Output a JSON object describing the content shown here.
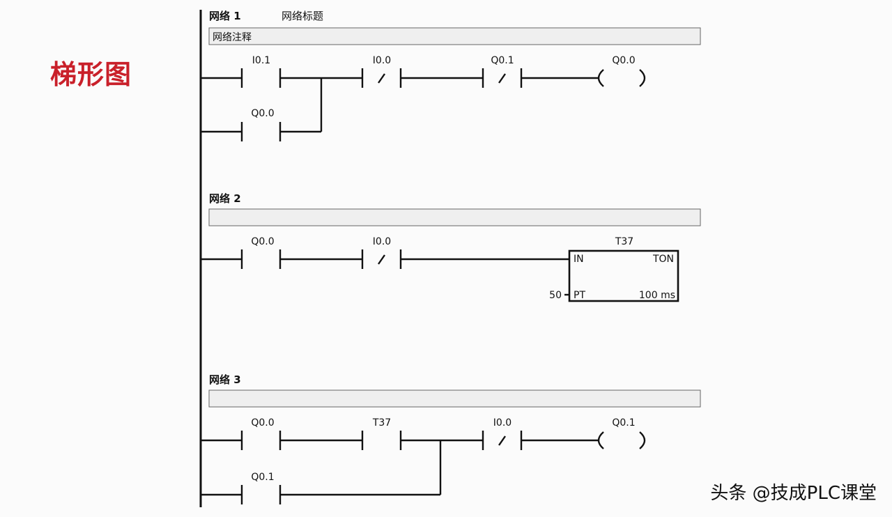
{
  "side_title": "梯形图",
  "watermark": "头条 @技成PLC课堂",
  "networks": [
    {
      "label": "网络 1",
      "title": "网络标题",
      "comment": "网络注释",
      "contacts": [
        {
          "address": "I0.1",
          "type": "NO"
        },
        {
          "address": "Q0.0",
          "type": "NO"
        },
        {
          "address": "I0.0",
          "type": "NC"
        },
        {
          "address": "Q0.1",
          "type": "NC"
        }
      ],
      "coil": {
        "address": "Q0.0"
      }
    },
    {
      "label": "网络 2",
      "title": "",
      "comment": "",
      "contacts": [
        {
          "address": "Q0.0",
          "type": "NO"
        },
        {
          "address": "I0.0",
          "type": "NC"
        }
      ],
      "timer": {
        "address": "T37",
        "type": "TON",
        "in_label": "IN",
        "pt_label": "PT",
        "pt_value": "50",
        "base": "100 ms"
      }
    },
    {
      "label": "网络 3",
      "title": "",
      "comment": "",
      "contacts": [
        {
          "address": "Q0.0",
          "type": "NO"
        },
        {
          "address": "T37",
          "type": "NO"
        },
        {
          "address": "Q0.1",
          "type": "NO"
        },
        {
          "address": "I0.0",
          "type": "NC"
        }
      ],
      "coil": {
        "address": "Q0.1"
      }
    }
  ]
}
